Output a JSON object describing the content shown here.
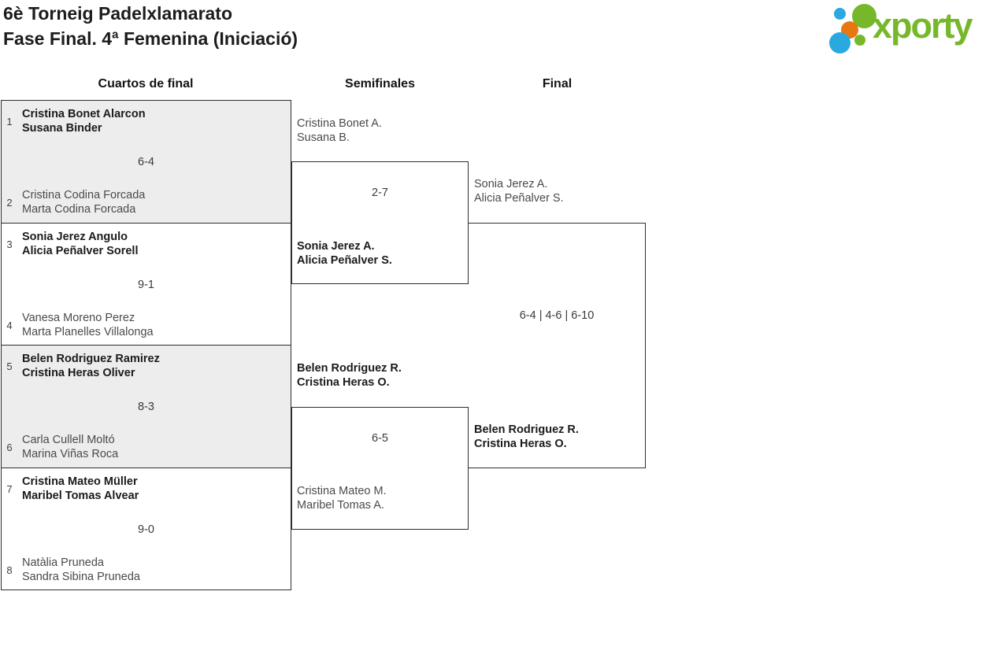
{
  "header": {
    "title_line1": "6è Torneig Padelxlamarato",
    "title_line2": "Fase Final. 4ª Femenina (Iniciació)"
  },
  "logo": {
    "brand": "xporty",
    "colors": {
      "green": "#76b82a",
      "blue": "#29a9e0",
      "orange": "#e87711"
    }
  },
  "round_headers": {
    "quarterfinals": "Cuartos de final",
    "semifinals": "Semifinales",
    "final": "Final"
  },
  "bracket": {
    "quarterfinals": [
      {
        "seed_top": "1",
        "team_top": {
          "p1": "Cristina Bonet Alarcon",
          "p2": "Susana Binder",
          "winner": true
        },
        "score": "6-4",
        "seed_bottom": "2",
        "team_bottom": {
          "p1": "Cristina Codina Forcada",
          "p2": "Marta Codina Forcada",
          "winner": false
        }
      },
      {
        "seed_top": "3",
        "team_top": {
          "p1": "Sonia Jerez Angulo",
          "p2": "Alicia Peñalver Sorell",
          "winner": true
        },
        "score": "9-1",
        "seed_bottom": "4",
        "team_bottom": {
          "p1": "Vanesa Moreno Perez",
          "p2": "Marta Planelles Villalonga",
          "winner": false
        }
      },
      {
        "seed_top": "5",
        "team_top": {
          "p1": "Belen Rodriguez Ramirez",
          "p2": "Cristina Heras Oliver",
          "winner": true
        },
        "score": "8-3",
        "seed_bottom": "6",
        "team_bottom": {
          "p1": "Carla Cullell Moltó",
          "p2": "Marina Viñas Roca",
          "winner": false
        }
      },
      {
        "seed_top": "7",
        "team_top": {
          "p1": "Cristina Mateo Müller",
          "p2": "Maribel Tomas Alvear",
          "winner": true
        },
        "score": "9-0",
        "seed_bottom": "8",
        "team_bottom": {
          "p1": "Natàlia Pruneda",
          "p2": "Sandra Sibina Pruneda",
          "winner": false
        }
      }
    ],
    "semifinals": [
      {
        "team_top": {
          "p1": "Cristina Bonet A.",
          "p2": "Susana B.",
          "winner": false
        },
        "score": "2-7",
        "team_bottom": {
          "p1": "Sonia Jerez A.",
          "p2": "Alicia Peñalver S.",
          "winner": true
        }
      },
      {
        "team_top": {
          "p1": "Belen Rodriguez R.",
          "p2": "Cristina Heras O.",
          "winner": true
        },
        "score": "6-5",
        "team_bottom": {
          "p1": "Cristina Mateo M.",
          "p2": "Maribel Tomas A.",
          "winner": false
        }
      }
    ],
    "final": {
      "team_top": {
        "p1": "Sonia Jerez A.",
        "p2": "Alicia Peñalver S.",
        "winner": false
      },
      "score": "6-4 | 4-6 | 6-10",
      "team_bottom": {
        "p1": "Belen Rodriguez R.",
        "p2": "Cristina Heras O.",
        "winner": true
      }
    }
  }
}
